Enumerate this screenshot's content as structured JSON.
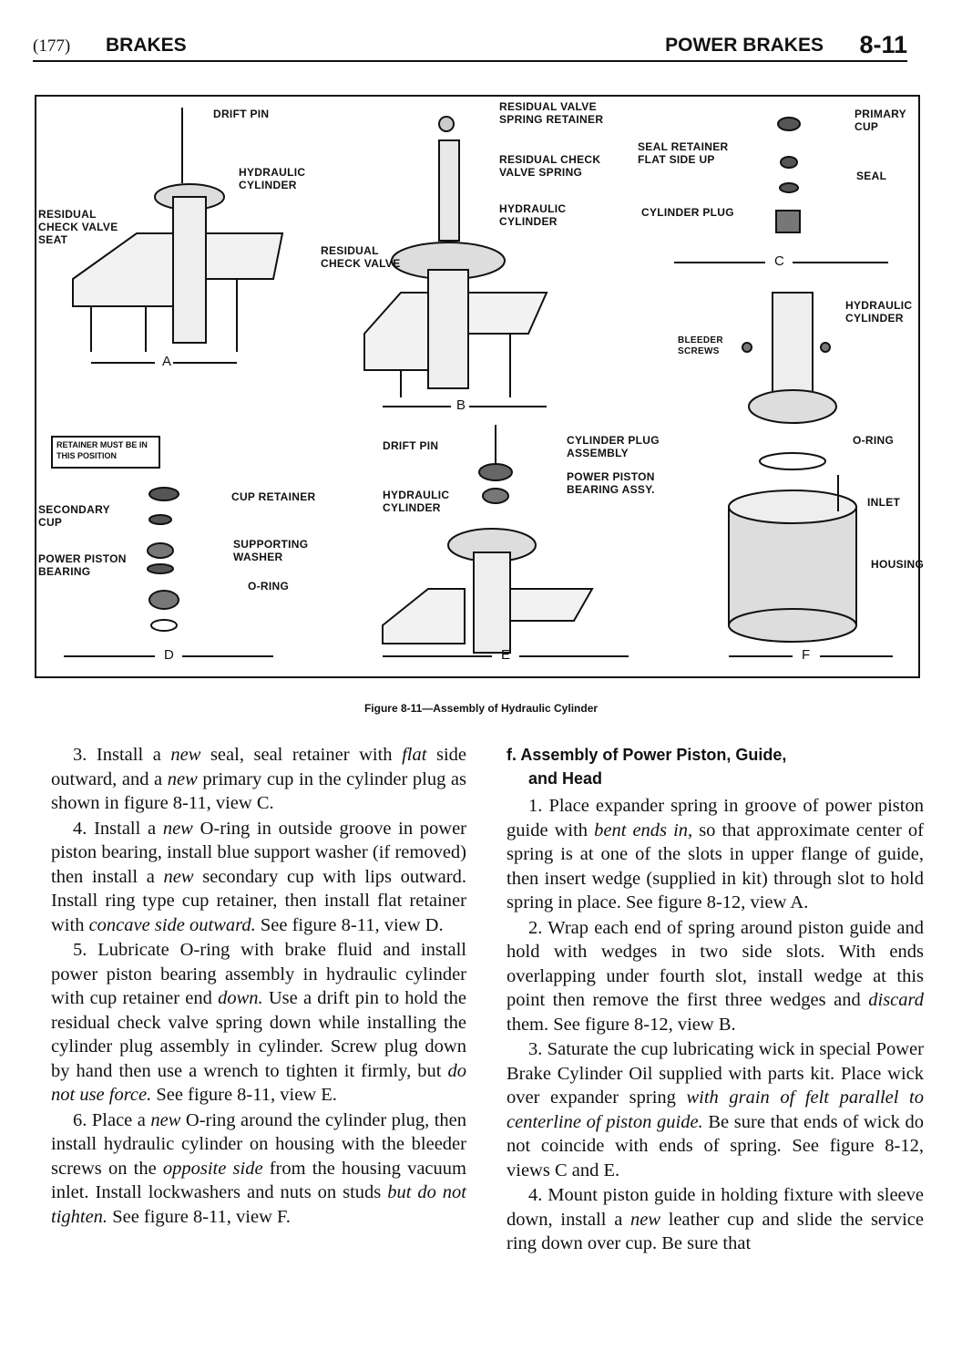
{
  "header": {
    "page_ref": "(177)",
    "section": "BRAKES",
    "chapter": "POWER BRAKES",
    "page_number": "8-11"
  },
  "figure": {
    "caption": "Figure 8-11—Assembly of Hydraulic Cylinder",
    "views": {
      "a": "A",
      "b": "B",
      "c": "C",
      "d": "D",
      "e": "E",
      "f": "F"
    },
    "labels": {
      "drift_pin_a": "DRIFT PIN",
      "hydraulic_cylinder_a": "HYDRAULIC\nCYLINDER",
      "residual_check_valve_seat": "RESIDUAL\nCHECK VALVE\nSEAT",
      "residual_valve_spring_retainer": "RESIDUAL VALVE\nSPRING RETAINER",
      "residual_check_valve_spring": "RESIDUAL CHECK\nVALVE SPRING",
      "hydraulic_cylinder_b": "HYDRAULIC\nCYLINDER",
      "residual_check_valve": "RESIDUAL\nCHECK VALVE",
      "seal_retainer": "SEAL RETAINER\nFLAT SIDE UP",
      "primary_cup": "PRIMARY\nCUP",
      "seal": "SEAL",
      "cylinder_plug": "CYLINDER PLUG",
      "retainer_note": "RETAINER MUST BE\nIN THIS POSITION",
      "secondary_cup": "SECONDARY\nCUP",
      "cup_retainer": "CUP RETAINER",
      "supporting_washer": "SUPPORTING\nWASHER",
      "power_piston_bearing": "POWER PISTON\nBEARING",
      "o_ring_d": "O-RING",
      "drift_pin_e": "DRIFT PIN",
      "hydraulic_cylinder_e": "HYDRAULIC\nCYLINDER",
      "cylinder_plug_assembly": "CYLINDER PLUG\nASSEMBLY",
      "power_piston_bearing_assy": "POWER PISTON\nBEARING ASSY.",
      "hydraulic_cylinder_f": "HYDRAULIC\nCYLINDER",
      "bleeder_screws": "BLEEDER\nSCREWS",
      "o_ring_f": "O-RING",
      "inlet": "INLET",
      "housing": "HOUSING"
    }
  },
  "left_column": [
    {
      "id": "p3",
      "parts": [
        "3. Install a ",
        {
          "i": "new"
        },
        " seal, seal retainer with ",
        {
          "i": "flat"
        },
        " side outward, and a ",
        {
          "i": "new"
        },
        " primary cup in the cylinder plug as shown in figure 8-11, view C."
      ]
    },
    {
      "id": "p4",
      "parts": [
        "4. Install a ",
        {
          "i": "new"
        },
        " O-ring in outside groove in power piston bearing, install blue support washer (if removed) then install a ",
        {
          "i": "new"
        },
        " secondary cup with lips outward. Install ring type cup retainer, then install flat retainer with ",
        {
          "i": "concave side outward."
        },
        " See figure 8-11, view D."
      ]
    },
    {
      "id": "p5",
      "parts": [
        "5. Lubricate O-ring with brake fluid and install power piston bearing assembly in hydraulic cylinder with cup retainer end ",
        {
          "i": "down."
        },
        " Use a drift pin to hold the residual check valve spring down while installing the cylinder plug assembly in cylinder. Screw plug down by hand then use a wrench to tighten it firmly, but ",
        {
          "i": "do not use force."
        },
        " See figure 8-11, view E."
      ]
    },
    {
      "id": "p6",
      "parts": [
        "6. Place a ",
        {
          "i": "new"
        },
        " O-ring around the cylinder plug, then install hydraulic cylinder on housing with the bleeder screws on the ",
        {
          "i": "opposite side"
        },
        " from the housing vacuum inlet. Install lockwashers and nuts on studs ",
        {
          "i": "but do not tighten."
        },
        " See figure 8-11, view F."
      ]
    }
  ],
  "right_column": {
    "subhead_line1": "f. Assembly of Power Piston, Guide,",
    "subhead_line2": "and Head",
    "paragraphs": [
      {
        "id": "r1",
        "parts": [
          "1. Place expander spring in groove of power piston guide with ",
          {
            "i": "bent ends in,"
          },
          " so that approximate center of spring is at one of the slots in upper flange of guide, then insert wedge (supplied in kit) through slot to hold spring in place. See figure 8-12, view A."
        ]
      },
      {
        "id": "r2",
        "parts": [
          "2. Wrap each end of spring around piston guide and hold with wedges in two side slots. With ends overlapping under fourth slot, install wedge at this point then remove the first three wedges and ",
          {
            "i": "discard"
          },
          " them. See figure 8-12, view B."
        ]
      },
      {
        "id": "r3",
        "parts": [
          "3. Saturate the cup lubricating wick in special Power Brake Cylinder Oil supplied with parts kit. Place wick over expander spring ",
          {
            "i": "with grain of felt parallel to centerline of piston guide."
          },
          " Be sure that ends of wick do not coincide with ends of spring. See figure 8-12, views C and E."
        ]
      },
      {
        "id": "r4",
        "parts": [
          "4. Mount piston guide in holding fixture with sleeve down, install a ",
          {
            "i": "new"
          },
          " leather cup and slide the service ring down over cup. Be sure that"
        ]
      }
    ]
  }
}
